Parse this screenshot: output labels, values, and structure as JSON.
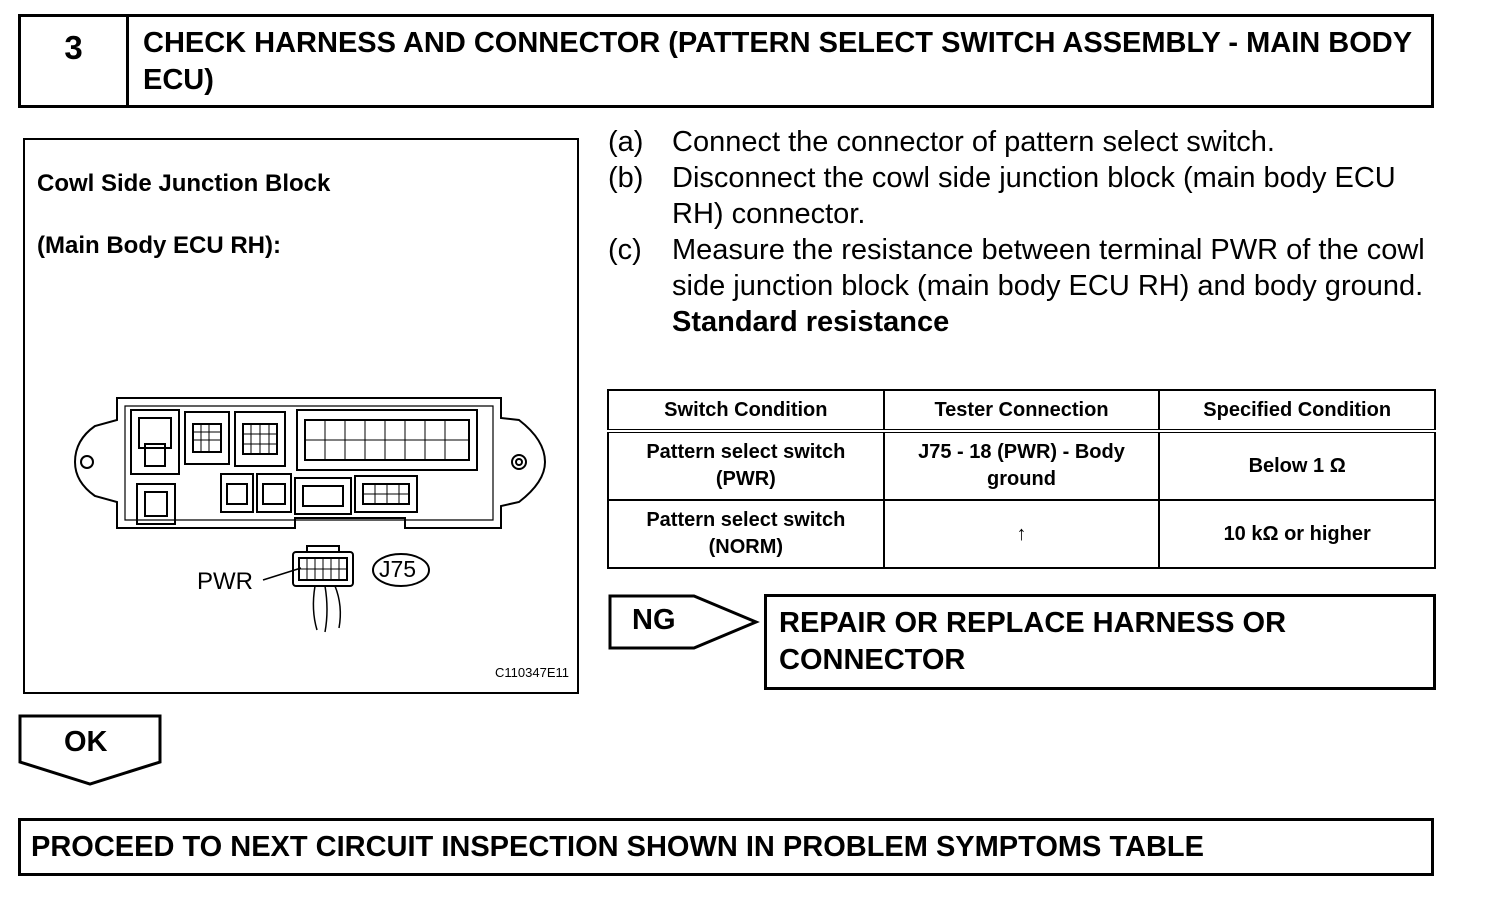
{
  "step": {
    "number": "3",
    "title": "CHECK HARNESS AND CONNECTOR (PATTERN SELECT SWITCH ASSEMBLY - MAIN BODY ECU)"
  },
  "figure": {
    "label_line1": "Cowl Side Junction Block",
    "label_line2": "(Main Body ECU RH):",
    "terminal_label": "PWR",
    "connector_code": "J75",
    "figure_code": "C110347E11"
  },
  "instructions": [
    {
      "letter": "(a)",
      "text": "Connect the connector of pattern select switch."
    },
    {
      "letter": "(b)",
      "text": "Disconnect the cowl side junction block (main body ECU RH) connector."
    },
    {
      "letter": "(c)",
      "text": "Measure the resistance between terminal PWR of the cowl side junction block (main body ECU RH) and body ground."
    }
  ],
  "standard_label": "Standard resistance",
  "table": {
    "headers": [
      "Switch Condition",
      "Tester Connection",
      "Specified Condition"
    ],
    "rows": [
      [
        "Pattern select switch (PWR)",
        "J75 - 18 (PWR) - Body ground",
        "Below 1 Ω"
      ],
      [
        "Pattern select switch (NORM)",
        "↑",
        "10 kΩ or higher"
      ]
    ]
  },
  "ng": {
    "label": "NG",
    "action": "REPAIR OR REPLACE HARNESS OR CONNECTOR"
  },
  "ok": {
    "label": "OK",
    "action": "PROCEED TO NEXT CIRCUIT INSPECTION SHOWN IN PROBLEM SYMPTOMS TABLE"
  }
}
